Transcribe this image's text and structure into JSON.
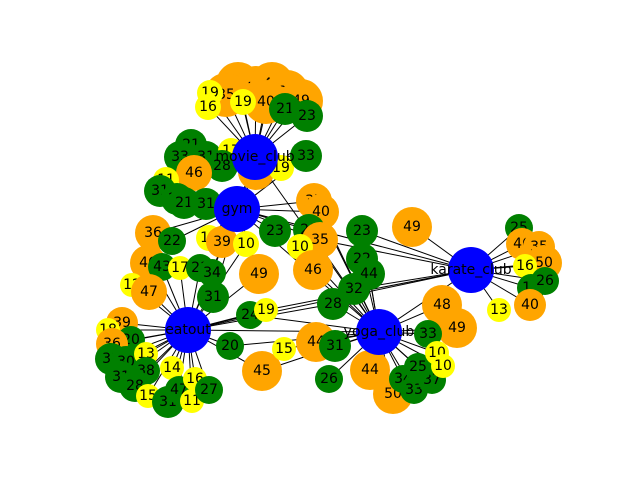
{
  "colors": {
    "hub": "#0000ff",
    "orange": "#ffa500",
    "green": "#008000",
    "yellow": "#ffff00",
    "edge": "#000000"
  },
  "hubs": [
    {
      "id": "movie_club",
      "label": "movie_club"
    },
    {
      "id": "gym",
      "label": "gym"
    },
    {
      "id": "karate_club",
      "label": "karate_club"
    },
    {
      "id": "eatout",
      "label": "eatout"
    },
    {
      "id": "yoga_club",
      "label": "yoga_club"
    }
  ],
  "nodes": [
    {
      "id": "o46a",
      "label": "46",
      "color": "orange"
    },
    {
      "id": "o10a",
      "label": "10",
      "color": "orange"
    },
    {
      "id": "o48a",
      "label": "48",
      "color": "orange"
    },
    {
      "id": "o37a",
      "label": "37",
      "color": "orange"
    },
    {
      "id": "o35a",
      "label": "35",
      "color": "orange"
    },
    {
      "id": "o40a",
      "label": "40",
      "color": "orange"
    },
    {
      "id": "o49a",
      "label": "49",
      "color": "orange"
    },
    {
      "id": "g21a",
      "label": "21",
      "color": "green"
    },
    {
      "id": "g23a",
      "label": "23",
      "color": "green"
    },
    {
      "id": "y19a",
      "label": "19",
      "color": "yellow"
    },
    {
      "id": "y16a",
      "label": "16",
      "color": "yellow"
    },
    {
      "id": "y19b",
      "label": "19",
      "color": "yellow"
    },
    {
      "id": "g21b",
      "label": "21",
      "color": "green"
    },
    {
      "id": "g33a",
      "label": "33",
      "color": "green"
    },
    {
      "id": "g31a",
      "label": "31",
      "color": "green"
    },
    {
      "id": "y17a",
      "label": "17",
      "color": "yellow"
    },
    {
      "id": "g28a",
      "label": "28",
      "color": "green"
    },
    {
      "id": "o46b",
      "label": "46",
      "color": "orange"
    },
    {
      "id": "o38a",
      "label": "38",
      "color": "orange"
    },
    {
      "id": "y19c",
      "label": "19",
      "color": "yellow"
    },
    {
      "id": "g33b",
      "label": "33",
      "color": "green"
    },
    {
      "id": "y11a",
      "label": "11",
      "color": "yellow"
    },
    {
      "id": "g31b",
      "label": "31",
      "color": "green"
    },
    {
      "id": "g29a",
      "label": "29",
      "color": "green"
    },
    {
      "id": "g21c",
      "label": "21",
      "color": "green"
    },
    {
      "id": "g31c",
      "label": "31",
      "color": "green"
    },
    {
      "id": "o37b",
      "label": "37",
      "color": "orange"
    },
    {
      "id": "o40b",
      "label": "40",
      "color": "orange"
    },
    {
      "id": "o49b",
      "label": "49",
      "color": "orange"
    },
    {
      "id": "o36a",
      "label": "36",
      "color": "orange"
    },
    {
      "id": "g22a",
      "label": "22",
      "color": "green"
    },
    {
      "id": "y13a",
      "label": "13",
      "color": "yellow"
    },
    {
      "id": "o39a",
      "label": "39",
      "color": "orange"
    },
    {
      "id": "y10a",
      "label": "10",
      "color": "yellow"
    },
    {
      "id": "g23b",
      "label": "23",
      "color": "green"
    },
    {
      "id": "g28b",
      "label": "28",
      "color": "green"
    },
    {
      "id": "o35b",
      "label": "35",
      "color": "orange"
    },
    {
      "id": "y10b",
      "label": "10",
      "color": "yellow"
    },
    {
      "id": "g23c",
      "label": "23",
      "color": "green"
    },
    {
      "id": "o46c",
      "label": "46",
      "color": "orange"
    },
    {
      "id": "g43a",
      "label": "43",
      "color": "green"
    },
    {
      "id": "y17b",
      "label": "17",
      "color": "yellow"
    },
    {
      "id": "g21d",
      "label": "21",
      "color": "green"
    },
    {
      "id": "g34a",
      "label": "34",
      "color": "green"
    },
    {
      "id": "o49c",
      "label": "49",
      "color": "orange"
    },
    {
      "id": "o46d",
      "label": "46",
      "color": "orange"
    },
    {
      "id": "g22b",
      "label": "22",
      "color": "green"
    },
    {
      "id": "g44a",
      "label": "44",
      "color": "green"
    },
    {
      "id": "y12a",
      "label": "12",
      "color": "yellow"
    },
    {
      "id": "o47a",
      "label": "47",
      "color": "orange"
    },
    {
      "id": "g31d",
      "label": "31",
      "color": "green"
    },
    {
      "id": "g32a",
      "label": "32",
      "color": "green"
    },
    {
      "id": "g28c",
      "label": "28",
      "color": "green"
    },
    {
      "id": "g25a",
      "label": "25",
      "color": "green"
    },
    {
      "id": "o46e",
      "label": "46",
      "color": "orange"
    },
    {
      "id": "o35c",
      "label": "35",
      "color": "orange"
    },
    {
      "id": "o50a",
      "label": "50",
      "color": "orange"
    },
    {
      "id": "y16b",
      "label": "16",
      "color": "yellow"
    },
    {
      "id": "g17a",
      "label": "17",
      "color": "green"
    },
    {
      "id": "g26a",
      "label": "26",
      "color": "green"
    },
    {
      "id": "o40c",
      "label": "40",
      "color": "orange"
    },
    {
      "id": "y13b",
      "label": "13",
      "color": "yellow"
    },
    {
      "id": "o48b",
      "label": "48",
      "color": "orange"
    },
    {
      "id": "o49d",
      "label": "49",
      "color": "orange"
    },
    {
      "id": "o39b",
      "label": "39",
      "color": "orange"
    },
    {
      "id": "y18a",
      "label": "18",
      "color": "yellow"
    },
    {
      "id": "g20a",
      "label": "20",
      "color": "green"
    },
    {
      "id": "o36b",
      "label": "36",
      "color": "orange"
    },
    {
      "id": "g31e",
      "label": "31",
      "color": "green"
    },
    {
      "id": "g30a",
      "label": "30",
      "color": "green"
    },
    {
      "id": "y13c",
      "label": "13",
      "color": "yellow"
    },
    {
      "id": "g38a",
      "label": "38",
      "color": "green"
    },
    {
      "id": "g31f",
      "label": "31",
      "color": "green"
    },
    {
      "id": "g28d",
      "label": "28",
      "color": "green"
    },
    {
      "id": "y14a",
      "label": "14",
      "color": "yellow"
    },
    {
      "id": "y15a",
      "label": "15",
      "color": "yellow"
    },
    {
      "id": "g31g",
      "label": "31",
      "color": "green"
    },
    {
      "id": "g47a",
      "label": "47",
      "color": "green"
    },
    {
      "id": "y16c",
      "label": "16",
      "color": "yellow"
    },
    {
      "id": "y11b",
      "label": "11",
      "color": "yellow"
    },
    {
      "id": "g27a",
      "label": "27",
      "color": "green"
    },
    {
      "id": "g24a",
      "label": "24",
      "color": "green"
    },
    {
      "id": "y19d",
      "label": "19",
      "color": "yellow"
    },
    {
      "id": "g20b",
      "label": "20",
      "color": "green"
    },
    {
      "id": "o45a",
      "label": "45",
      "color": "orange"
    },
    {
      "id": "y15b",
      "label": "15",
      "color": "yellow"
    },
    {
      "id": "o44b",
      "label": "44",
      "color": "orange"
    },
    {
      "id": "g31h",
      "label": "31",
      "color": "green"
    },
    {
      "id": "g26b",
      "label": "26",
      "color": "green"
    },
    {
      "id": "o44c",
      "label": "44",
      "color": "orange"
    },
    {
      "id": "o50b",
      "label": "50",
      "color": "orange"
    },
    {
      "id": "g34b",
      "label": "34",
      "color": "green"
    },
    {
      "id": "g33c",
      "label": "33",
      "color": "green"
    },
    {
      "id": "g37a",
      "label": "37",
      "color": "green"
    },
    {
      "id": "g25b",
      "label": "25",
      "color": "green"
    },
    {
      "id": "g33d",
      "label": "33",
      "color": "green"
    },
    {
      "id": "y10c",
      "label": "10",
      "color": "yellow"
    },
    {
      "id": "y10d",
      "label": "10",
      "color": "yellow"
    }
  ]
}
